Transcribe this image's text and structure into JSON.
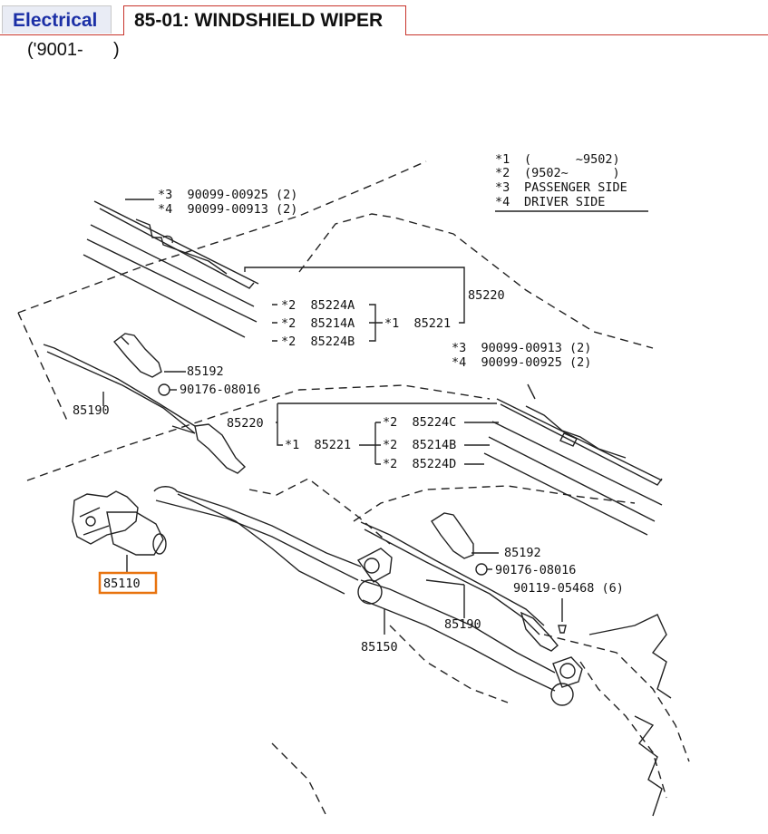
{
  "tabs": [
    {
      "label": "Electrical",
      "active": false
    },
    {
      "label": "85-01: WINDSHIELD WIPER",
      "active": true
    }
  ],
  "year_range": "('9001-      )",
  "highlight_color": "#e8730e",
  "legend": [
    {
      "mark": "*1",
      "text": "(      ~9502)"
    },
    {
      "mark": "*2",
      "text": "(9502~      )"
    },
    {
      "mark": "*3",
      "text": "PASSENGER SIDE"
    },
    {
      "mark": "*4",
      "text": "DRIVER SIDE"
    }
  ],
  "callouts": {
    "bolt_upper_3": "*3  90099-00925 (2)",
    "bolt_upper_4": "*4  90099-00913 (2)",
    "blade_rubber_a": "*2  85224A",
    "blade_insert_a": "*2  85214A",
    "blade_rubber_b": "*2  85224B",
    "blade_assy_left": "*1  85221",
    "blade_main_left": "85220",
    "arm_cover_left": "85192",
    "arm_nut_left": "90176-08016",
    "arm_left": "85190",
    "bolt_right_3": "*3  90099-00913 (2)",
    "bolt_right_4": "*4  90099-00925 (2)",
    "blade_main_right": "85220",
    "blade_assy_right": "*1  85221",
    "blade_rubber_c": "*2  85224C",
    "blade_insert_b": "*2  85214B",
    "blade_rubber_d": "*2  85224D",
    "arm_cover_right": "85192",
    "arm_nut_right": "90176-08016",
    "bolt_right_link": "90119-05468 (6)",
    "arm_right": "85190",
    "link_assy": "85150",
    "motor": "85110"
  }
}
